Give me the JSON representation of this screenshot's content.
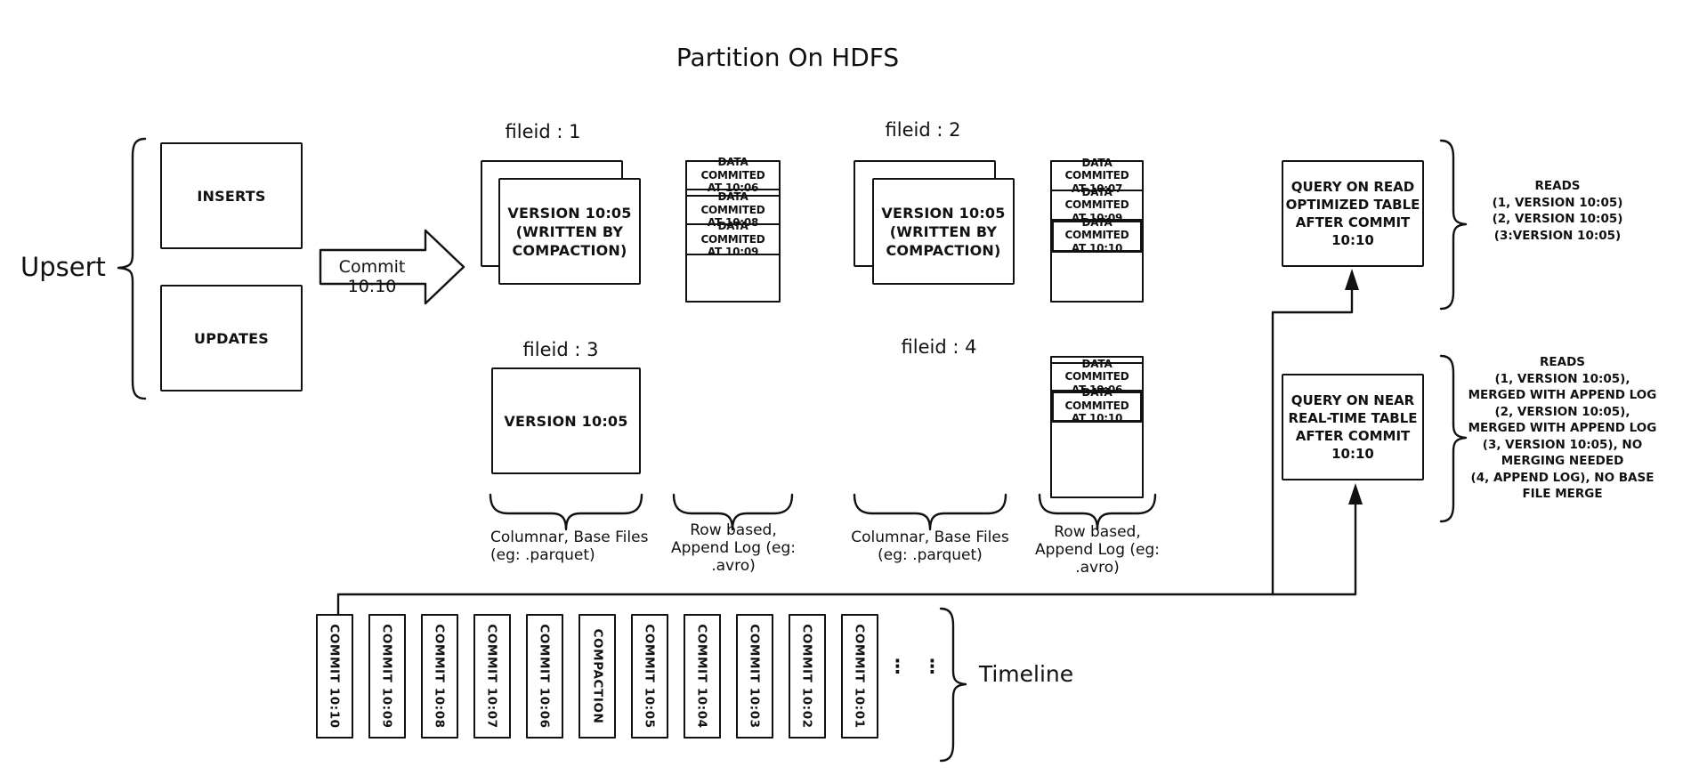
{
  "title": "Partition On HDFS",
  "upsert": {
    "label": "Upsert",
    "inserts": "INSERTS",
    "updates": "UPDATES"
  },
  "commit_arrow": {
    "label": "Commit 10:10"
  },
  "file_groups": {
    "f1": {
      "label": "fileid : 1",
      "version_lines": [
        "VERSION 10:05",
        "(WRITTEN BY",
        "COMPACTION)"
      ]
    },
    "f2": {
      "label": "fileid : 2",
      "version_lines": [
        "VERSION 10:05",
        "(WRITTEN BY",
        "COMPACTION)"
      ]
    },
    "f3": {
      "label": "fileid : 3",
      "version_lines": [
        "VERSION 10:05"
      ]
    },
    "f4": {
      "label": "fileid : 4"
    }
  },
  "log_files": {
    "log1": {
      "entries": [
        [
          "DATA COMMITED",
          "AT 10:06"
        ],
        [
          "DATA COMMITED",
          "AT 10:08"
        ],
        [
          "DATA COMMITED",
          "AT 10:09"
        ]
      ]
    },
    "log2": {
      "entries": [
        [
          "DATA COMMITED",
          "AT 10:07"
        ],
        [
          "DATA COMMITED",
          "AT 10:09"
        ],
        [
          "DATA COMMITED",
          "AT 10:10"
        ]
      ]
    },
    "log4": {
      "entries": [
        [
          "DATA COMMITED",
          "AT 10:06"
        ],
        [
          "DATA COMMITED",
          "AT 10:10"
        ]
      ]
    }
  },
  "brace_labels": {
    "columnar_left": [
      "Columnar, Base Files",
      "(eg: .parquet)"
    ],
    "row_left": [
      "Row based,",
      "Append Log (eg:",
      ".avro)"
    ],
    "columnar_right": [
      "Columnar, Base Files",
      "(eg: .parquet)"
    ],
    "row_right": [
      "Row based,",
      "Append Log (eg:",
      ".avro)"
    ]
  },
  "queries": {
    "read_optimized": {
      "box_lines": [
        "QUERY ON READ",
        "OPTIMIZED TABLE",
        "AFTER COMMIT",
        "10:10"
      ],
      "reads_lines": [
        "READS",
        "(1, VERSION 10:05)",
        "(2, VERSION 10:05)",
        "(3:VERSION 10:05)"
      ]
    },
    "near_real_time": {
      "box_lines": [
        "QUERY ON NEAR",
        "REAL-TIME TABLE",
        "AFTER COMMIT",
        "10:10"
      ],
      "reads_lines": [
        "READS",
        "(1, VERSION 10:05),",
        "MERGED WITH APPEND LOG",
        "(2, VERSION 10:05),",
        "MERGED WITH APPEND LOG",
        "(3, VERSION 10:05), NO",
        "MERGING NEEDED",
        "(4, APPEND LOG), NO BASE",
        "FILE MERGE"
      ]
    }
  },
  "timeline": {
    "label": "Timeline",
    "dots": "⋮",
    "items": [
      "COMMIT 10:10",
      "COMMIT 10:09",
      "COMMIT 10:08",
      "COMMIT 10:07",
      "COMMIT 10:06",
      "COMPACTION",
      "COMMIT 10:05",
      "COMMIT 10:04",
      "COMMIT 10:03",
      "COMMIT 10:02",
      "COMMIT 10:01"
    ]
  },
  "colors": {
    "ink": "#111111",
    "background": "#ffffff"
  }
}
